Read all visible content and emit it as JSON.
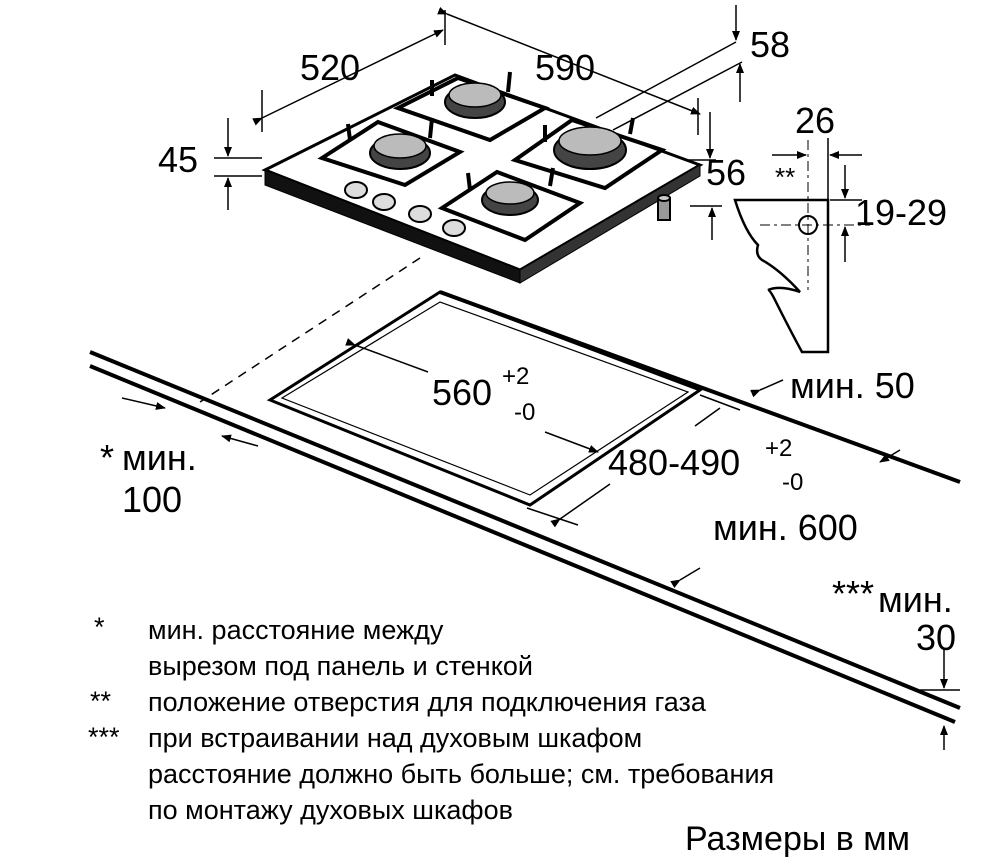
{
  "dimensions": {
    "width_outer": "590",
    "width_inner": "520",
    "depth_top": "58",
    "height_left": "45",
    "depth_side": "56",
    "gas_offset": "26",
    "gas_marker": "**",
    "gas_height": "19-29",
    "cutout_width": "560",
    "cutout_width_tol_plus": "+2",
    "cutout_width_tol_minus": "-0",
    "cutout_depth": "480-490",
    "cutout_depth_tol_plus": "+2",
    "cutout_depth_tol_minus": "-0",
    "min_back": "мин. 50",
    "min_wall_star": "*",
    "min_wall_a": "мин.",
    "min_wall_b": "100",
    "min_counter": "мин. 600",
    "min_bottom_star": "***",
    "min_bottom_a": "мин.",
    "min_bottom_b": "30"
  },
  "notes": [
    {
      "mark": "*",
      "lines": [
        "мин. расстояние между",
        "вырезом под панель и стенкой"
      ]
    },
    {
      "mark": "**",
      "lines": [
        "положение отверстия для подключения газа"
      ]
    },
    {
      "mark": "***",
      "lines": [
        "при встраивании над духовым шкафом",
        "расстояние должно быть больше; см. требования",
        "по монтажу духовых шкафов"
      ]
    }
  ],
  "units_label": "Размеры в мм"
}
